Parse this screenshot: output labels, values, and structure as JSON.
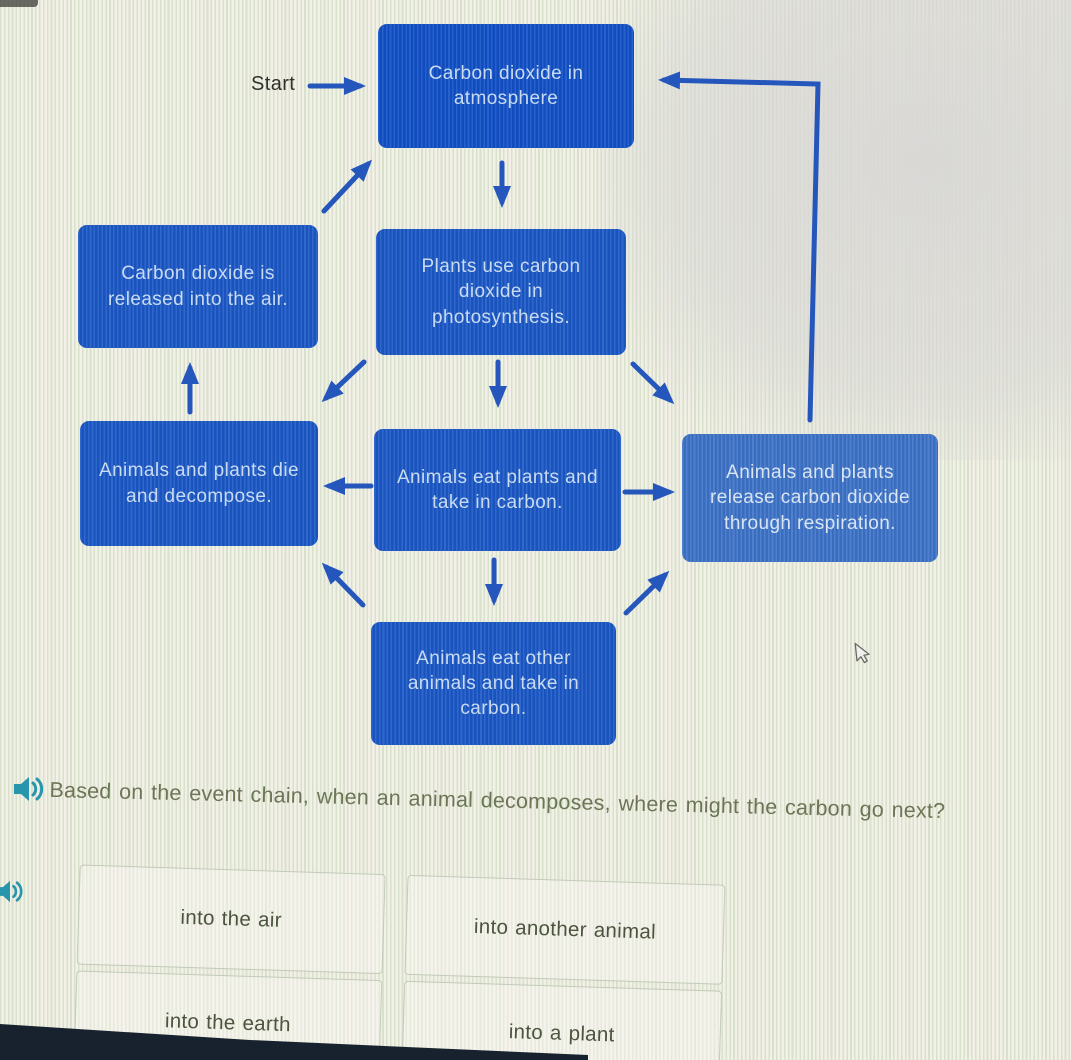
{
  "colors": {
    "node_blue": "#1b58c6",
    "node_blue_dark": "#1251c7",
    "node_blue_light": "#3e74c8",
    "node_text": "#c9dbf1",
    "arrow_blue": "#2456bb",
    "question_text": "#6d7557",
    "answer_text": "#4c5440",
    "audio_teal": "#2795ab",
    "background": "#eeebe1"
  },
  "icons": {
    "question_audio": "speaker-icon",
    "answers_audio": "speaker-icon",
    "cursor": "mouse-pointer-icon"
  },
  "diagram": {
    "start_label": "Start",
    "nodes": {
      "atmosphere": "Carbon dioxide in atmosphere",
      "released": "Carbon dioxide is released into the air.",
      "photosynthesis": "Plants use carbon dioxide in photosynthesis.",
      "decompose": "Animals and plants die and decompose.",
      "eat_plants": "Animals eat plants and take in carbon.",
      "respiration": "Animals and plants release carbon dioxide through respiration.",
      "eat_animals": "Animals eat other animals and take in carbon."
    }
  },
  "question": {
    "text": "Based on the event chain, when an animal decomposes, where might the carbon go next?"
  },
  "answers": [
    {
      "label": "into the air"
    },
    {
      "label": "into another animal"
    },
    {
      "label": "into the earth"
    },
    {
      "label": "into a plant"
    }
  ]
}
